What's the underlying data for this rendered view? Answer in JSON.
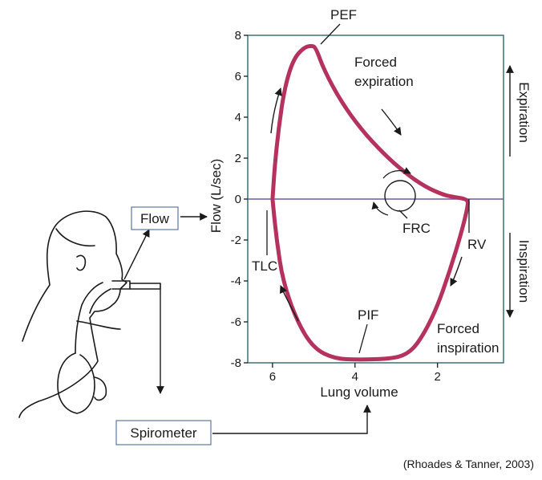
{
  "diagram": {
    "flow_box": "Flow",
    "spirometer_box": "Spirometer",
    "citation": "(Rhoades & Tanner, 2003)"
  },
  "chart_data": {
    "type": "line",
    "title": "",
    "xlabel": "Lung volume",
    "ylabel": "Flow (L/sec)",
    "xlim": [
      6.6,
      0.4
    ],
    "ylim": [
      -8,
      8
    ],
    "x_ticks": [
      "6",
      "4",
      "2"
    ],
    "y_ticks": [
      "8",
      "6",
      "4",
      "2",
      "0",
      "-2",
      "-4",
      "-6",
      "-8"
    ],
    "loop_color": "#b5325f",
    "series": [
      {
        "x": [
          6.0,
          5.95,
          5.85,
          5.7,
          5.5,
          5.25,
          5.05,
          4.95,
          4.75,
          4.35,
          3.85,
          3.3,
          2.8,
          2.3,
          1.85,
          1.6,
          1.3,
          1.25,
          1.4,
          1.7,
          2.05,
          2.45,
          2.75,
          3.15,
          3.9,
          4.5,
          5.0,
          5.4,
          5.75,
          5.9,
          6.0
        ],
        "y": [
          0.0,
          1.5,
          3.5,
          5.5,
          6.8,
          7.4,
          7.5,
          7.4,
          6.3,
          4.8,
          3.4,
          2.2,
          1.3,
          0.6,
          0.2,
          0.1,
          0.0,
          -0.2,
          -1.5,
          -3.5,
          -5.5,
          -7.0,
          -7.6,
          -7.8,
          -7.85,
          -7.8,
          -7.3,
          -6.0,
          -4.0,
          -2.0,
          0.0
        ]
      }
    ],
    "annotations": {
      "pef": "PEF",
      "forced_expiration": [
        "Forced",
        "expiration"
      ],
      "frc": "FRC",
      "rv": "RV",
      "tlc": "TLC",
      "pif": "PIF",
      "forced_inspiration": [
        "Forced",
        "inspiration"
      ],
      "expiration": "Expiration",
      "inspiration": "Inspiration"
    }
  }
}
